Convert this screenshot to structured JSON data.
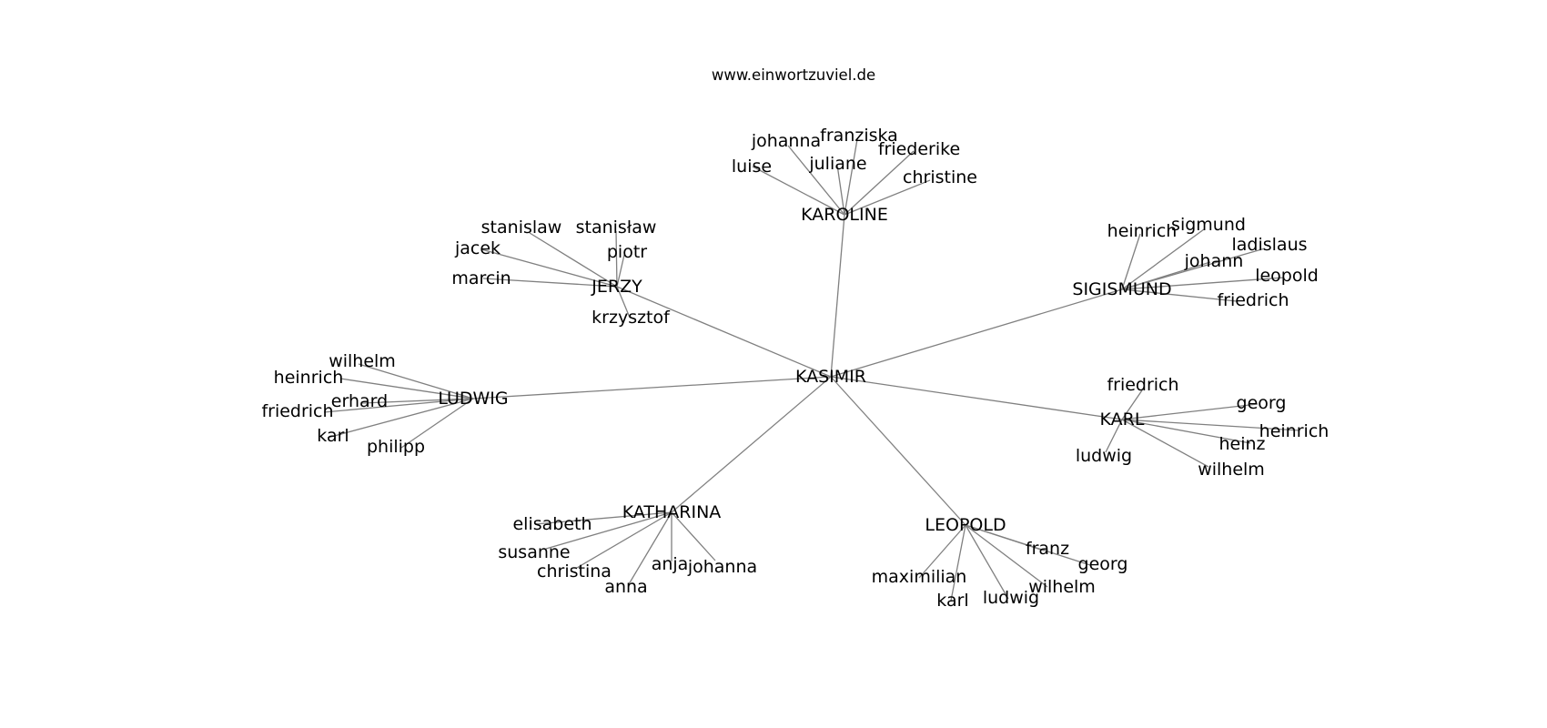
{
  "title": "www.einwortzuviel.de",
  "root": {
    "id": "kasimir",
    "label": "KASIMIR"
  },
  "hubs": [
    {
      "id": "karoline",
      "label": "KAROLINE",
      "leaves": [
        "luise",
        "johanna",
        "franziska",
        "juliane",
        "friederike",
        "christine"
      ]
    },
    {
      "id": "jerzy",
      "label": "JERZY",
      "leaves": [
        "stanislaw",
        "stanisław",
        "jacek",
        "piotr",
        "marcin",
        "krzysztof"
      ]
    },
    {
      "id": "sigismund",
      "label": "SIGISMUND",
      "leaves": [
        "heinrich",
        "sigmund",
        "ladislaus",
        "johann",
        "leopold",
        "friedrich"
      ]
    },
    {
      "id": "ludwig",
      "label": "LUDWIG",
      "leaves": [
        "wilhelm",
        "heinrich",
        "erhard",
        "friedrich",
        "karl",
        "philipp"
      ]
    },
    {
      "id": "karl",
      "label": "KARL",
      "leaves": [
        "friedrich",
        "georg",
        "heinrich",
        "heinz",
        "ludwig",
        "wilhelm"
      ]
    },
    {
      "id": "katharina",
      "label": "KATHARINA",
      "leaves": [
        "elisabeth",
        "susanne",
        "christina",
        "anja",
        "johanna",
        "anna"
      ]
    },
    {
      "id": "leopold",
      "label": "LEOPOLD",
      "leaves": [
        "franz",
        "georg",
        "maximilian",
        "karl",
        "ludwig",
        "wilhelm"
      ]
    }
  ]
}
